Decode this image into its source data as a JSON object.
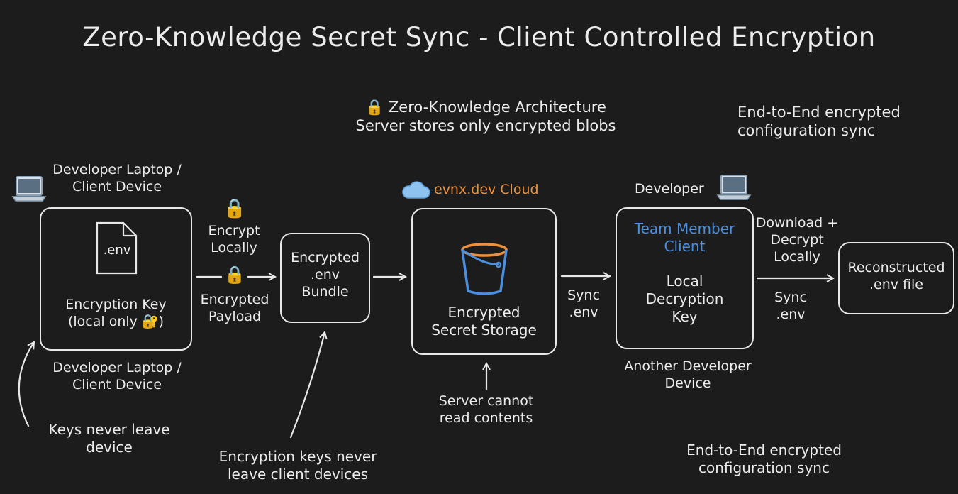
{
  "title": "Zero-Knowledge Secret Sync - Client Controlled Encryption",
  "architecture": {
    "line1": "Zero-Knowledge Architecture",
    "line2": "Server stores only encrypted blobs"
  },
  "e2e_top": {
    "line1": "End-to-End encrypted",
    "line2": "configuration sync"
  },
  "e2e_bottom": {
    "line1": "End-to-End encrypted",
    "line2": "configuration sync"
  },
  "laptop": {
    "top_label_1": "Developer Laptop /",
    "top_label_2": "Client Device",
    "file_label": ".env",
    "key_line1": "Encryption Key",
    "key_line2": "(local only",
    "bottom_label_1": "Developer Laptop /",
    "bottom_label_2": "Client Device"
  },
  "encrypt_locally": {
    "line1": "Encrypt",
    "line2": "Locally"
  },
  "encrypted_payload": {
    "line1": "Encrypted",
    "line2": "Payload"
  },
  "bundle": {
    "line1": "Encrypted",
    "line2": ".env",
    "line3": "Bundle"
  },
  "cloud": {
    "label": "evnx.dev Cloud",
    "storage_line1": "Encrypted",
    "storage_line2": "Secret Storage"
  },
  "sync_left": {
    "line1": "Sync",
    "line2": ".env"
  },
  "team": {
    "header": "Developer",
    "client_line1": "Team Member",
    "client_line2": "Client",
    "key_line1": "Local",
    "key_line2": "Decryption",
    "key_line3": "Key",
    "bottom_line1": "Another Developer",
    "bottom_line2": "Device"
  },
  "download": {
    "line1": "Download +",
    "line2": "Decrypt",
    "line3": "Locally"
  },
  "sync_right": {
    "line1": "Sync",
    "line2": ".env"
  },
  "reconstructed": {
    "line1": "Reconstructed",
    "line2": ".env file"
  },
  "server_note": {
    "line1": "Server cannot",
    "line2": "read contents"
  },
  "keys_note": {
    "line1": "Keys never leave",
    "line2": "device"
  },
  "keys_note2": {
    "line1": "Encryption keys never",
    "line2": "leave client devices"
  },
  "colors": {
    "background": "#1c1c1c",
    "stroke": "#e8e8e8",
    "accent_orange": "#f0913a",
    "accent_blue": "#4a8fe0",
    "lock_gold": "#f2b632"
  }
}
